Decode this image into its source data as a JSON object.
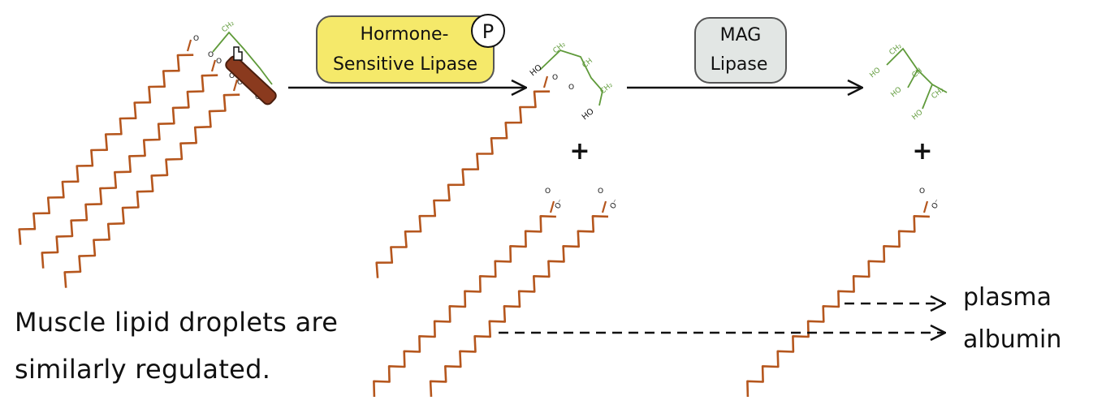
{
  "enzymes": {
    "hsl_line1": "Hormone-",
    "hsl_line2": "Sensitive Lipase",
    "hsl_badge": "P",
    "mag_line1": "MAG",
    "mag_line2": "Lipase"
  },
  "groups": {
    "ch2": "CH₂",
    "ch": "CH",
    "ho": "HO",
    "o": "O",
    "o_minus": "O⁻"
  },
  "plus": "+",
  "destinations": {
    "plasma": "plasma",
    "albumin": "albumin"
  },
  "note": {
    "line1": "Muscle lipid droplets are",
    "line2": "similarly regulated."
  },
  "colors": {
    "chain": "#b5561d",
    "glycerol": "#5f9a3a",
    "hsl_fill": "#f5e96a",
    "mag_fill": "#e2e6e4",
    "pen": "#8a3a1e"
  }
}
